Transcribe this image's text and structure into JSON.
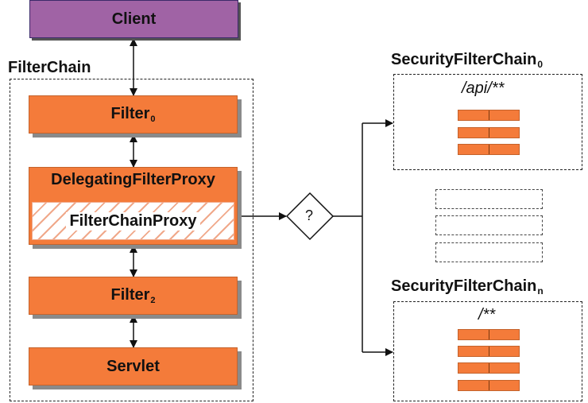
{
  "client": {
    "label": "Client"
  },
  "filter_chain": {
    "title": "FilterChain",
    "filter0": {
      "name": "Filter",
      "sub": "0"
    },
    "delegating_proxy": {
      "label": "DelegatingFilterProxy"
    },
    "filter_chain_proxy": {
      "label": "FilterChainProxy"
    },
    "filter2": {
      "name": "Filter",
      "sub": "2"
    },
    "servlet": {
      "label": "Servlet"
    }
  },
  "decision": {
    "label": "?"
  },
  "security_chain_0": {
    "title": "SecurityFilterChain",
    "sub": "0",
    "pattern": "/api/**"
  },
  "security_chain_n": {
    "title": "SecurityFilterChain",
    "sub": "n",
    "pattern": "/**"
  },
  "colors": {
    "client_fill": "#a063a5",
    "filter_fill": "#f47b3a",
    "hatch": "#f0a88a",
    "shadow": "#8a8a8a"
  }
}
